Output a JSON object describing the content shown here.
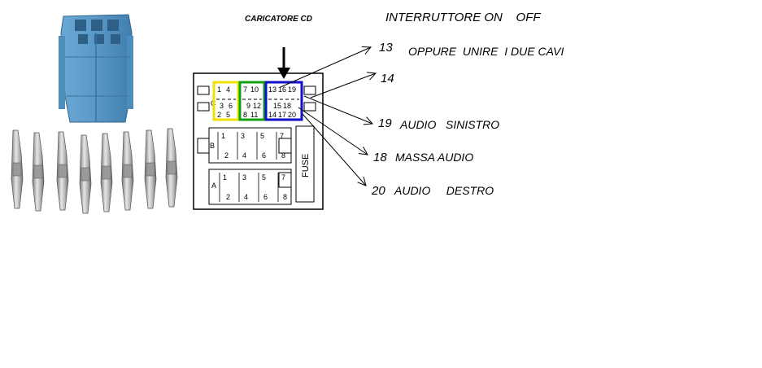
{
  "header": {
    "title": "CARICATORE CD"
  },
  "annotations": {
    "switch": "INTERRUTTORE ON    OFF",
    "p13_num": "13",
    "p13_text": "OPPURE  UNIRE  I DUE CAVI",
    "p14_num": "14",
    "p19_num": "19",
    "p19_text": "AUDIO   SINISTRO",
    "p18_num": "18",
    "p18_text": "MASSA AUDIO",
    "p20_num": "20",
    "p20_text": "AUDIO     DESTRO"
  },
  "connector": {
    "section_c_letter": "C",
    "yellow": {
      "top_a": "1",
      "top_b": "4",
      "mid_a": "3",
      "mid_b": "6",
      "bot_a": "2",
      "bot_b": "5"
    },
    "green": {
      "top_a": "7",
      "top_b": "10",
      "mid_a": "9",
      "mid_b": "12",
      "bot_a": "8",
      "bot_b": "11"
    },
    "blue": {
      "top_a": "13",
      "top_b": "16",
      "top_c": "19",
      "mid_a": "15",
      "mid_b": "18",
      "bot_a": "14",
      "bot_b": "17",
      "bot_c": "20"
    },
    "block_b": {
      "letter": "B",
      "top": [
        "1",
        "3",
        "5",
        "7"
      ],
      "bottom": [
        "2",
        "4",
        "6",
        "8"
      ]
    },
    "block_a": {
      "letter": "A",
      "top": [
        "1",
        "3",
        "5",
        "7"
      ],
      "bottom": [
        "2",
        "4",
        "6",
        "8"
      ]
    },
    "fuse": "FUSE"
  },
  "colors": {
    "yellow_group": "#f0e000",
    "green_group": "#10a010",
    "blue_group": "#1010c8",
    "connector_blue": "#5b9bc8"
  }
}
